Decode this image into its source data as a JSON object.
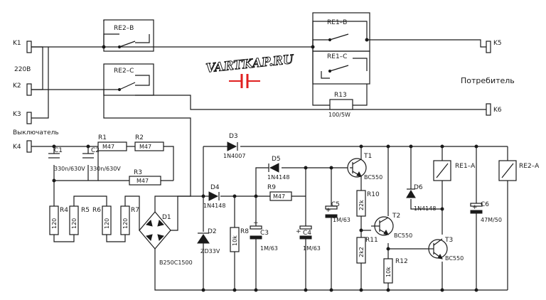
{
  "logo": {
    "text": "VARTKAP.RU",
    "mark_color": "#e02020"
  },
  "terminals": {
    "k1": "K1",
    "k2": "K2",
    "k3": "K3",
    "k4": "K4",
    "k5": "K5",
    "k6": "K6",
    "mains": "220В",
    "switch": "Выключатель",
    "load": "Потребитель"
  },
  "relays": {
    "re2b": "RE2–B",
    "re2c": "RE2–C",
    "re1b": "RE1–B",
    "re1c": "RE1–C",
    "re1a": "RE1–A",
    "re2a": "RE2–A"
  },
  "components": {
    "r13": {
      "name": "R13",
      "value": "100/5W"
    },
    "r1": {
      "name": "R1",
      "value": "M47"
    },
    "r2": {
      "name": "R2",
      "value": "M47"
    },
    "r3": {
      "name": "R3",
      "value": "M47"
    },
    "r4": {
      "name": "R4",
      "value": "120"
    },
    "r5": {
      "name": "R5",
      "value": "120"
    },
    "r6": {
      "name": "R6",
      "value": "120"
    },
    "r7": {
      "name": "R7",
      "value": "120"
    },
    "r8": {
      "name": "R8",
      "value": "10k"
    },
    "r9": {
      "name": "R9",
      "value": "M47"
    },
    "r10": {
      "name": "R10",
      "value": "22k"
    },
    "r11": {
      "name": "R11",
      "value": "2k2"
    },
    "r12": {
      "name": "R12",
      "value": "10k"
    },
    "c1": {
      "name": "C1",
      "value": "330n/630V"
    },
    "c2": {
      "name": "C2",
      "value": "330n/630V"
    },
    "c3": {
      "name": "C3",
      "value": "1M/63"
    },
    "c4": {
      "name": "C4",
      "value": "1M/63"
    },
    "c5": {
      "name": "C5",
      "value": "1M/63"
    },
    "c6": {
      "name": "C6",
      "value": "47M/50"
    },
    "d1": {
      "name": "D1",
      "value": "B250C1500"
    },
    "d2": {
      "name": "D2",
      "value": "ZD33V"
    },
    "d3": {
      "name": "D3",
      "value": "1N4007"
    },
    "d4": {
      "name": "D4",
      "value": "1N4148"
    },
    "d5": {
      "name": "D5",
      "value": "1N4148"
    },
    "d6": {
      "name": "D6",
      "value": "1N4148"
    },
    "t1": {
      "name": "T1",
      "value": "BC550"
    },
    "t2": {
      "name": "T2",
      "value": "BC550"
    },
    "t3": {
      "name": "T3",
      "value": "BC550"
    }
  },
  "polarity": "+"
}
